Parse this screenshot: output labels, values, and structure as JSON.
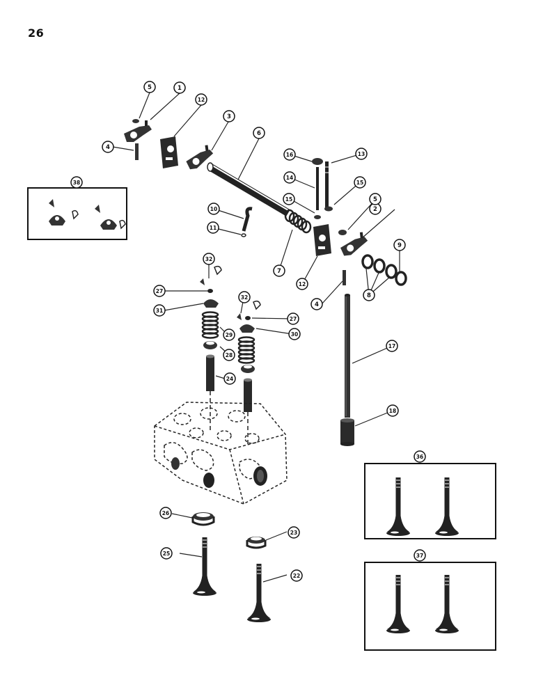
{
  "page": {
    "number": "26"
  },
  "callouts": [
    "1",
    "2",
    "3",
    "4",
    "4",
    "5",
    "5",
    "6",
    "7",
    "8",
    "9",
    "10",
    "11",
    "12",
    "12",
    "13",
    "14",
    "15",
    "15",
    "16",
    "17",
    "18",
    "22",
    "23",
    "24",
    "25",
    "26",
    "27",
    "27",
    "28",
    "29",
    "30",
    "31",
    "32",
    "32",
    "36",
    "37",
    "38"
  ],
  "insets": [
    {
      "id": "38",
      "content": "valve-keeper-and-cap-set"
    },
    {
      "id": "36",
      "content": "oversize-valves-pair"
    },
    {
      "id": "37",
      "content": "oversize-valves-pair"
    }
  ]
}
